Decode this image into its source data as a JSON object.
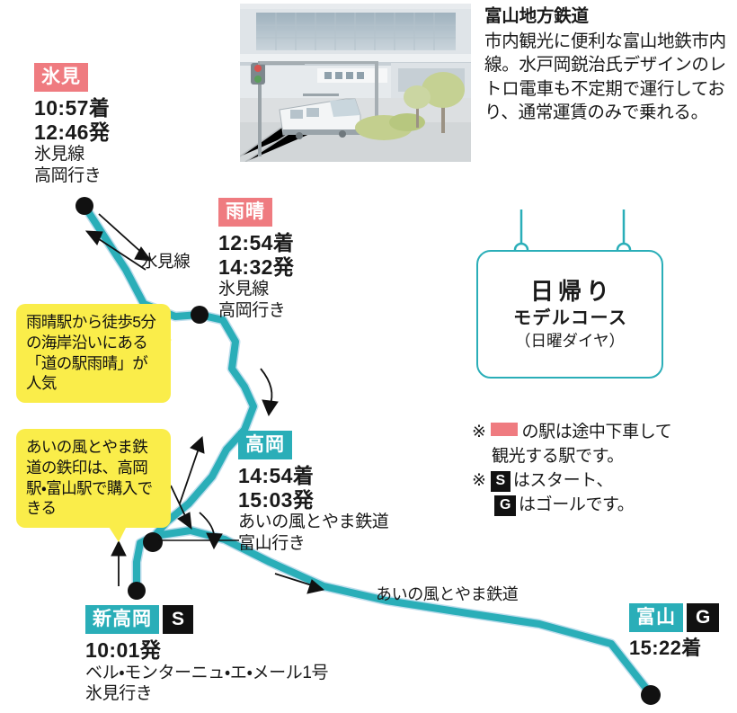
{
  "photo": {
    "alt": "tram-at-station-photo",
    "caption": ""
  },
  "intro": {
    "title": "富山地方鉄道",
    "body": "市内観光に便利な富山地鉄市内線。水戸岡鋭治氏デザインのレトロ電車も不定期で運行しており、通常運賃のみで乗れる。"
  },
  "sign": {
    "line1": "日帰り",
    "line2": "モデルコース",
    "line3": "（日曜ダイヤ）"
  },
  "legend": {
    "note1_pre": "※",
    "note1_post": "の駅は途中下車して",
    "note1_cont": "観光する駅です。",
    "note2_pre": "※",
    "note2_s": "S",
    "note2_post": "はスタート、",
    "note3_g": "G",
    "note3_post": "はゴールです。"
  },
  "route_labels": {
    "himisen": "氷見線",
    "ainokaze": "あいの風とやま鉄道"
  },
  "callouts": [
    {
      "id": "amaharashi-tip",
      "text": "雨晴駅から徒歩5分の海岸沿いにある「道の駅雨晴」が人気"
    },
    {
      "id": "tetsuin-tip",
      "text": "あいの風とやま鉄道の鉄印は、高岡駅・富山駅で購入できる"
    }
  ],
  "stations": {
    "himi": {
      "name": "氷見",
      "badge_color": "#ef7b80",
      "arrive": "10:57着",
      "depart": "12:46発",
      "line": "氷見線",
      "destination": "高岡行き"
    },
    "amaharashi": {
      "name": "雨晴",
      "badge_color": "#ef7b80",
      "arrive": "12:54着",
      "depart": "14:32発",
      "line": "氷見線",
      "destination": "高岡行き"
    },
    "takaoka": {
      "name": "高岡",
      "badge_color": "#2aaeb8",
      "arrive": "14:54着",
      "depart": "15:03発",
      "line": "あいの風とやま鉄道",
      "destination": "富山行き"
    },
    "shintakaoka": {
      "name": "新高岡",
      "badge_color": "#2aaeb8",
      "sg": "S",
      "depart": "10:01発",
      "line": "ベル・モンターニュ・エ・メール1号",
      "destination": "氷見行き"
    },
    "toyama": {
      "name": "富山",
      "badge_color": "#2aaeb8",
      "sg": "G",
      "arrive": "15:22着"
    }
  },
  "colors": {
    "route": "#2aaeb8",
    "route_shadow": "#bcdcec",
    "pink": "#ef7b80",
    "teal": "#2aaeb8",
    "yellow": "#faed4a",
    "black": "#111111"
  }
}
